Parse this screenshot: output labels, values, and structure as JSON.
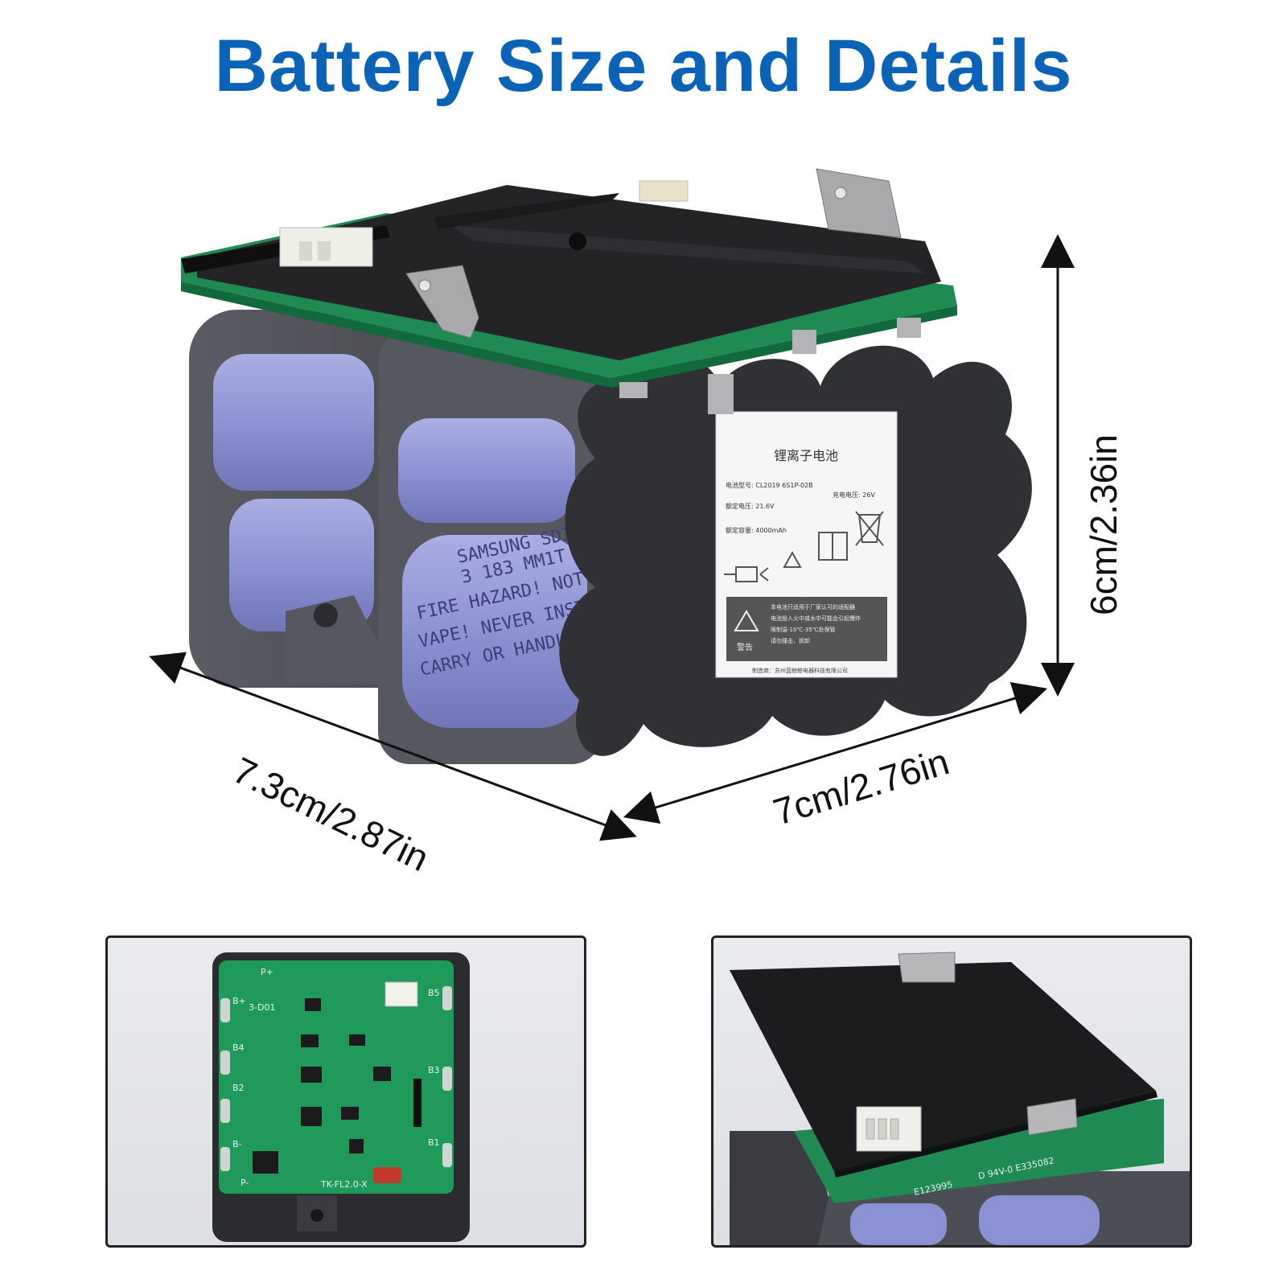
{
  "header": {
    "title": "Battery Size and Details"
  },
  "dimensions": {
    "length": "7.3cm/2.87in",
    "width": "7cm/2.76in",
    "height": "6cm/2.36in"
  },
  "label_sticker": {
    "heading": "锂离子电池",
    "model": "电池型号: CL2019  6S1P-02B",
    "charge_voltage": "充电电压: 26V",
    "rated_voltage": "额定电压: 21.6V",
    "rated_capacity": "额定容量: 4000mAh",
    "warning_heading": "警告",
    "warning_1": "本电池只适用于厂家认可的适配器",
    "warning_2": "电池投入火中或水中可能会引起爆炸",
    "warning_3": "限制温-10℃-35℃处保管",
    "warning_4": "请勿撞击、拆卸",
    "manufacturer": "制造商：苏州蓝鲸鲸电器科技有限公司"
  },
  "cell_print": {
    "line1": "SAMSUNG SDI",
    "line2": "3  183  MM1T",
    "line3": "FIRE HAZARD! NOT FOR",
    "line4": "VAPE! NEVER INSTALL",
    "line5": "CARRY OR HANDLE!"
  },
  "pcb_left": {
    "b_plus": "B+",
    "b4": "B4",
    "b2": "B2",
    "b_minus": "B-",
    "b5": "B5",
    "b3": "B3",
    "b1": "B1",
    "p_plus": "P+",
    "p_minus": "P-",
    "code": "3-D01",
    "model": "TK-FL2.0-X"
  },
  "pcb_right": {
    "code1": "E123995",
    "code2": "D 94V-0 E335082"
  },
  "colors": {
    "title": "#0b63b8",
    "pcb_green": "#1f9a5a",
    "cell_blue": "#8f97d6",
    "housing_gray": "#4c4f55",
    "foam_black": "#1b1b1d"
  }
}
